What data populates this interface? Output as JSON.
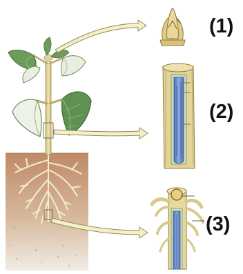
{
  "labels": {
    "part1": "(1)",
    "part2": "(2)",
    "part3": "(3)"
  },
  "colors": {
    "stem": "#e2d59a",
    "leaf": "#5e8c4e",
    "soil": "#c9a482",
    "arrow": "#f4efc4",
    "tissue_blue": "#6f8fc9"
  },
  "icons": {
    "shoot_tip": "shoot-apex-icon",
    "stem_section": "stem-longitudinal-section-icon",
    "root_section": "root-longitudinal-section-icon"
  }
}
